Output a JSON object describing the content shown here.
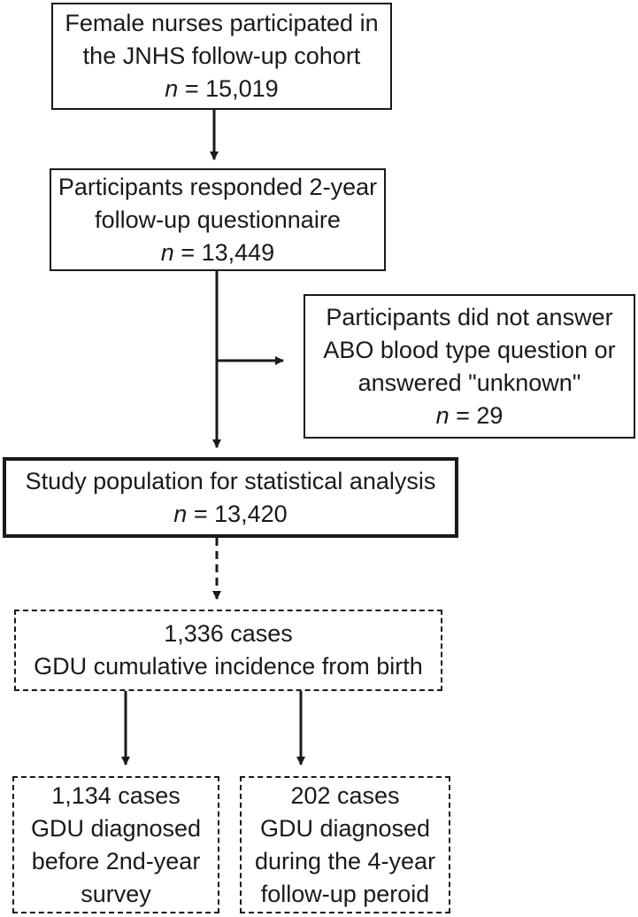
{
  "boxes": {
    "enrolled": {
      "line1": "Female nurses participated in",
      "line2": "the JNHS follow-up cohort",
      "n_label": "n",
      "n_value": " = 15,019"
    },
    "responded": {
      "line1": "Participants responded 2-year",
      "line2": "follow-up questionnaire",
      "n_label": "n",
      "n_value": " = 13,449"
    },
    "excluded": {
      "line1": "Participants did not answer",
      "line2": "ABO blood type question or",
      "line3": "answered \"unknown\"",
      "n_label": "n",
      "n_value": " = 29"
    },
    "study_population": {
      "line1": "Study population for statistical analysis",
      "n_label": "n",
      "n_value": " = 13,420"
    },
    "gdu_total": {
      "line1": "1,336 cases",
      "line2": "GDU cumulative incidence from birth"
    },
    "gdu_before": {
      "line1": "1,134 cases",
      "line2": "GDU diagnosed",
      "line3": "before 2nd-year",
      "line4": "survey"
    },
    "gdu_during": {
      "line1": "202 cases",
      "line2": "GDU diagnosed",
      "line3": "during the 4-year",
      "line4": "follow-up peroid"
    }
  },
  "colors": {
    "line": "#1a1a1a",
    "background": "#ffffff"
  }
}
